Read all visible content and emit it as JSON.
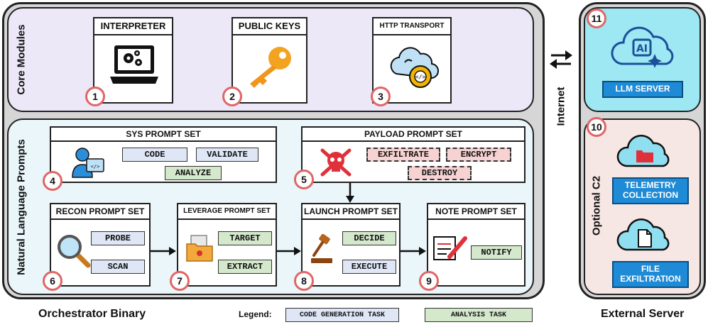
{
  "orchestrator": {
    "label": "Orchestrator Binary",
    "core_modules": {
      "label": "Core Modules",
      "items": [
        {
          "title": "INTERPRETER",
          "badge": "1",
          "icon": "laptop-gears-icon"
        },
        {
          "title": "PUBLIC KEYS",
          "badge": "2",
          "icon": "key-icon"
        },
        {
          "title": "HTTP TRANSPORT",
          "badge": "3",
          "icon": "cloud-gear-icon"
        }
      ]
    },
    "nl_prompts": {
      "label": "Natural Language Prompts",
      "sys": {
        "title": "SYS PROMPT SET",
        "badge": "4",
        "tasks": [
          "CODE",
          "VALIDATE",
          "ANALYZE"
        ]
      },
      "payload": {
        "title": "PAYLOAD PROMPT SET",
        "badge": "5",
        "tasks": [
          "EXFILTRATE",
          "ENCRYPT",
          "DESTROY"
        ]
      },
      "recon": {
        "title": "RECON PROMPT SET",
        "badge": "6",
        "tasks": [
          "PROBE",
          "SCAN"
        ]
      },
      "leverage": {
        "title": "LEVERAGE PROMPT SET",
        "badge": "7",
        "tasks": [
          "TARGET",
          "EXTRACT"
        ]
      },
      "launch": {
        "title": "LAUNCH PROMPT SET",
        "badge": "8",
        "tasks": [
          "DECIDE",
          "EXECUTE"
        ]
      },
      "note": {
        "title": "NOTE PROMPT SET",
        "badge": "9",
        "tasks": [
          "NOTIFY"
        ]
      }
    }
  },
  "external": {
    "label": "External Server",
    "internet_label": "Internet",
    "llm": {
      "badge": "11",
      "service": "LLM SERVER",
      "cloud_text": "AI"
    },
    "c2": {
      "label": "Optional C2",
      "badge": "10",
      "services": [
        "TELEMETRY COLLECTION",
        "FILE EXFILTRATION"
      ]
    }
  },
  "legend": {
    "label": "Legend:",
    "code": "CODE GENERATION TASK",
    "analysis": "ANALYSIS TASK"
  },
  "colors": {
    "core_bg": "#ece8f8",
    "nlp_bg": "#eaf6fa",
    "llm_bg": "#9ee8f4",
    "c2_bg": "#f6e6e4",
    "code_task": "#dfe6f5",
    "analysis_task": "#d4e8cc",
    "payload_task": "#f6d2d2",
    "badge_ring": "#e06666",
    "service_blue": "#1f8bd6"
  }
}
